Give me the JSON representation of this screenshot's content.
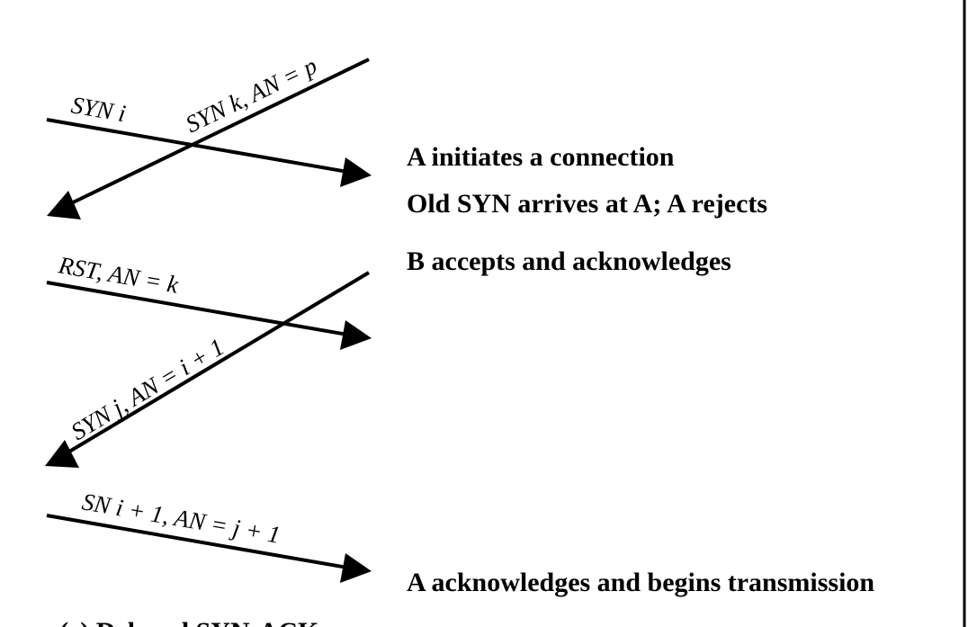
{
  "messages": {
    "syn_i": "SYN i",
    "syn_k": "SYN k, AN = p",
    "rst": "RST, AN = k",
    "syn_j": "SYN j, AN = i + 1",
    "sn": "SN i + 1, AN = j + 1"
  },
  "notes": {
    "a_initiates": "A initiates a connection",
    "old_syn": "Old SYN arrives at A; A rejects",
    "b_accepts": "B accepts and acknowledges",
    "a_acknowledges": "A acknowledges and begins transmission"
  },
  "caption": "(c) Delayed SYN-ACK"
}
